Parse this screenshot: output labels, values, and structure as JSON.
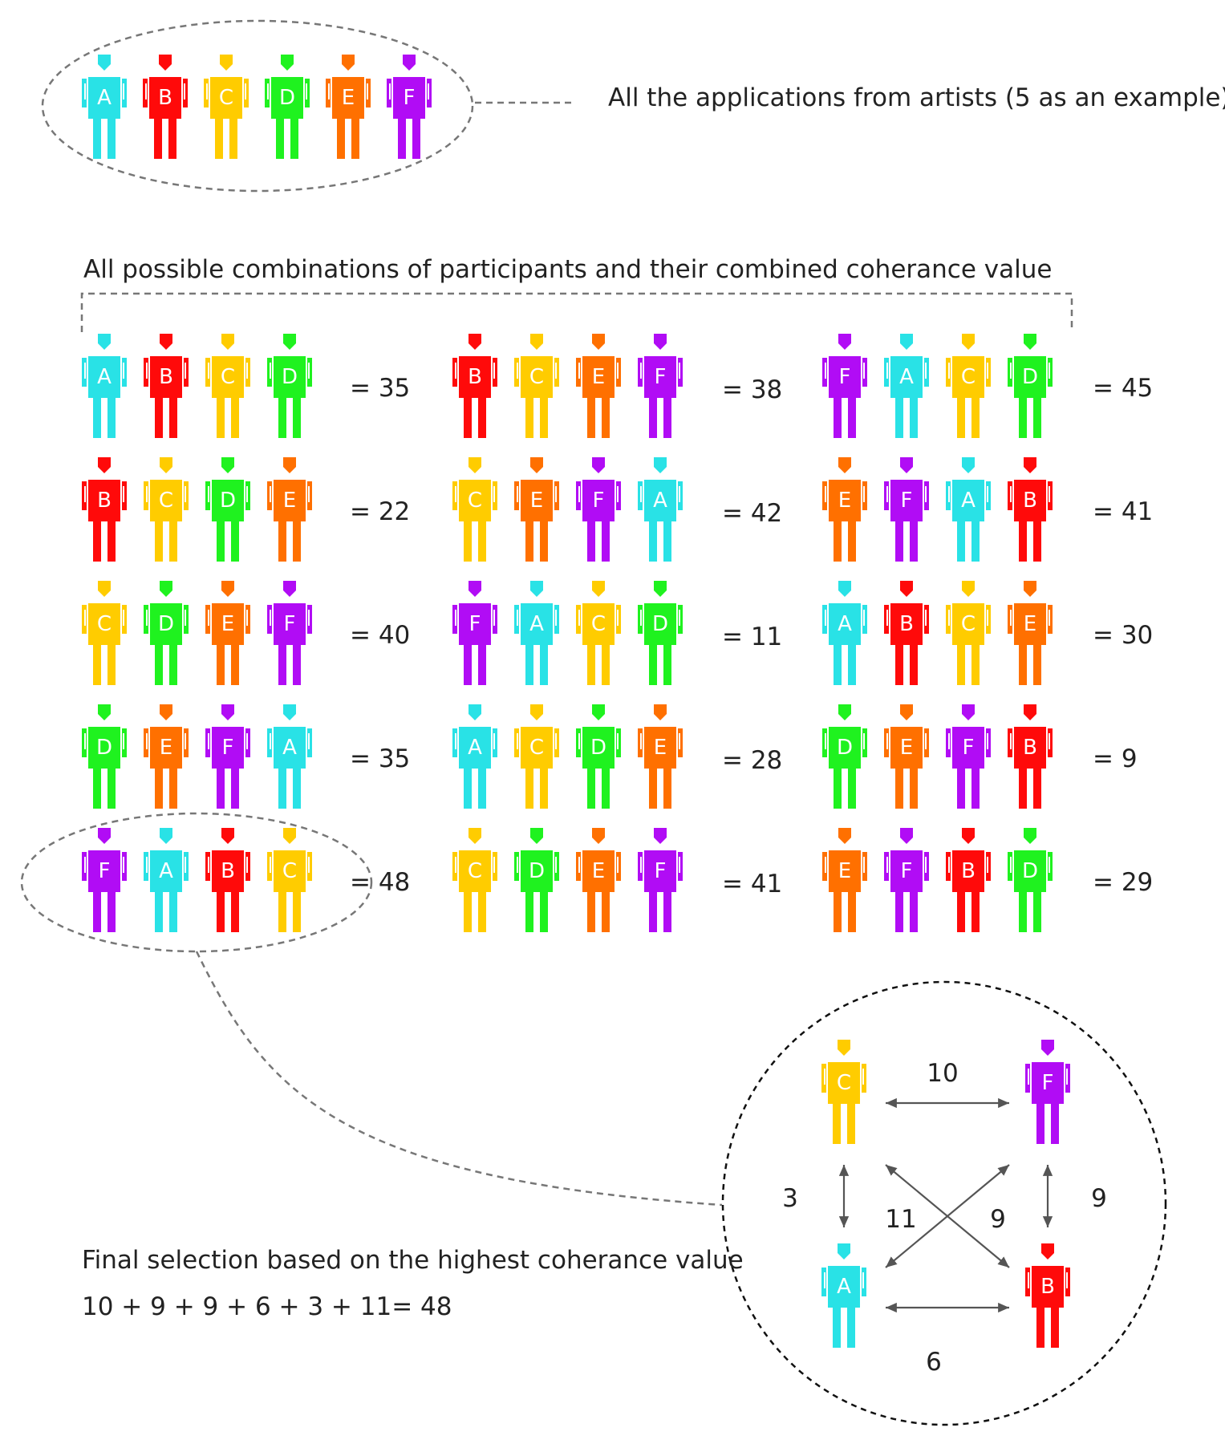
{
  "colors": {
    "A": "#29e2e6",
    "B": "#ff0a0a",
    "C": "#ffcc00",
    "D": "#1ff21f",
    "E": "#ff7000",
    "F": "#b10cf5",
    "line": "#777777",
    "text": "#222222"
  },
  "applicants": {
    "letters": [
      "A",
      "B",
      "C",
      "D",
      "E",
      "F"
    ],
    "caption": "All the applications from artists (5 as an example)"
  },
  "combinations": {
    "caption": "All possible combinations of participants and their combined coherance value",
    "groups": [
      {
        "members": [
          "A",
          "B",
          "C",
          "D"
        ],
        "score_label": "= 35"
      },
      {
        "members": [
          "B",
          "C",
          "D",
          "E"
        ],
        "score_label": "= 22"
      },
      {
        "members": [
          "C",
          "D",
          "E",
          "F"
        ],
        "score_label": "= 40"
      },
      {
        "members": [
          "D",
          "E",
          "F",
          "A"
        ],
        "score_label": "= 35"
      },
      {
        "members": [
          "F",
          "A",
          "B",
          "C"
        ],
        "score_label": "= 48"
      },
      {
        "members": [
          "B",
          "C",
          "E",
          "F"
        ],
        "score_label": "= 38"
      },
      {
        "members": [
          "C",
          "E",
          "F",
          "A"
        ],
        "score_label": "= 42"
      },
      {
        "members": [
          "F",
          "A",
          "C",
          "D"
        ],
        "score_label": "= 11"
      },
      {
        "members": [
          "A",
          "C",
          "D",
          "E"
        ],
        "score_label": "= 28"
      },
      {
        "members": [
          "C",
          "D",
          "E",
          "F"
        ],
        "score_label": "= 41"
      },
      {
        "members": [
          "F",
          "A",
          "C",
          "D"
        ],
        "score_label": "= 45"
      },
      {
        "members": [
          "E",
          "F",
          "A",
          "B"
        ],
        "score_label": "= 41"
      },
      {
        "members": [
          "A",
          "B",
          "C",
          "E"
        ],
        "score_label": "= 30"
      },
      {
        "members": [
          "D",
          "E",
          "F",
          "B"
        ],
        "score_label": "=  9"
      },
      {
        "members": [
          "E",
          "F",
          "B",
          "D"
        ],
        "score_label": "= 29"
      }
    ]
  },
  "selection": {
    "caption": "Final selection based on the highest coherance value",
    "formula": "10 + 9 + 9 + 6 + 3 + 11=  48",
    "nodes": [
      "C",
      "F",
      "A",
      "B"
    ],
    "edges": [
      {
        "from": "C",
        "to": "F",
        "weight": "10"
      },
      {
        "from": "C",
        "to": "A",
        "weight": "3"
      },
      {
        "from": "F",
        "to": "B",
        "weight": "9"
      },
      {
        "from": "A",
        "to": "B",
        "weight": "6"
      },
      {
        "from": "C",
        "to": "B",
        "weight": "11"
      },
      {
        "from": "F",
        "to": "A",
        "weight": "9"
      }
    ]
  }
}
